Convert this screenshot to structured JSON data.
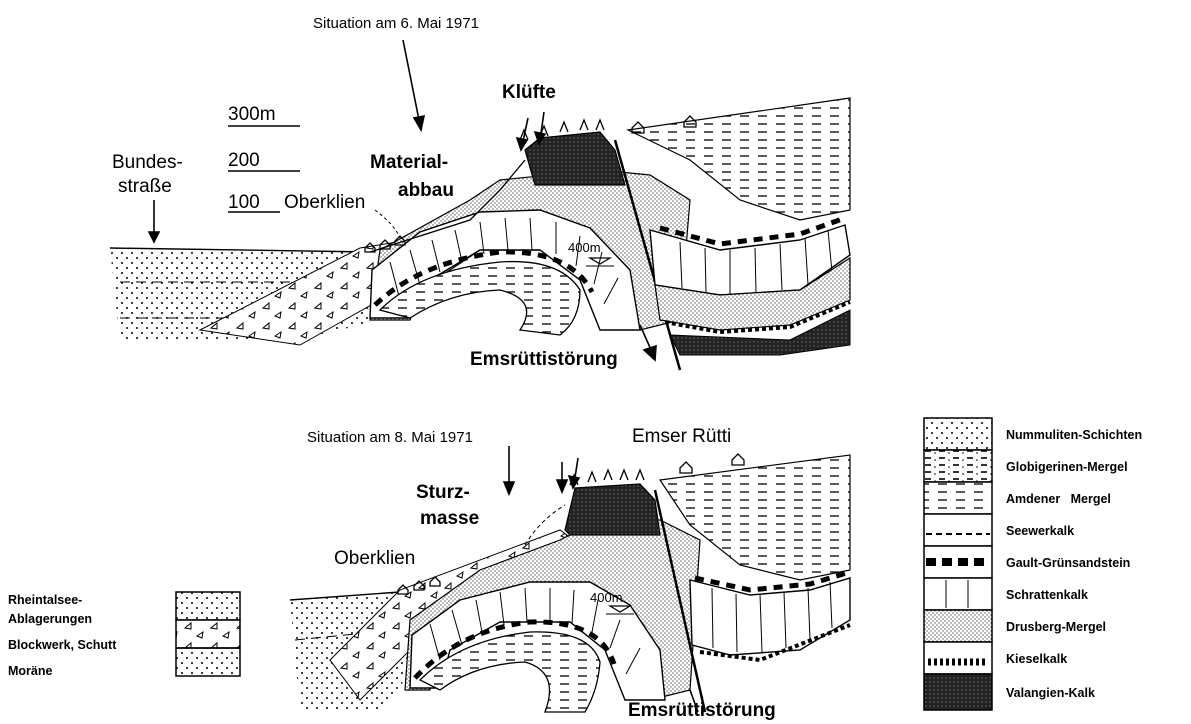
{
  "top_section": {
    "situation": "Situation am 6. Mai 1971",
    "kluefte": "Klüfte",
    "material_line1": "Material-",
    "material_line2": "abbau",
    "road_line1": "Bundes-",
    "road_line2": "straße",
    "scale_300": "300m",
    "scale_200": "200",
    "scale_100": "100",
    "oberklien": "Oberklien",
    "elevation": "400m",
    "fault": "Emsrüttistörung"
  },
  "bottom_section": {
    "situation": "Situation am 8. Mai 1971",
    "emser_ruetti": "Emser Rütti",
    "sturz_line1": "Sturz-",
    "sturz_line2": "masse",
    "oberklien": "Oberklien",
    "elevation": "400m",
    "fault": "Emsrüttistörung"
  },
  "legend_left": [
    "Rheintalsee-",
    "Ablagerungen",
    "Blockwerk, Schutt",
    "Moräne"
  ],
  "legend_right": [
    "Nummuliten-Schichten",
    "Globigerinen-Mergel",
    "Amdener   Mergel",
    "Seewerkalk",
    "Gault-Grünsandstein",
    "Schrattenkalk",
    "Drusberg-Mergel",
    "Kieselkalk",
    "Valangien-Kalk"
  ]
}
